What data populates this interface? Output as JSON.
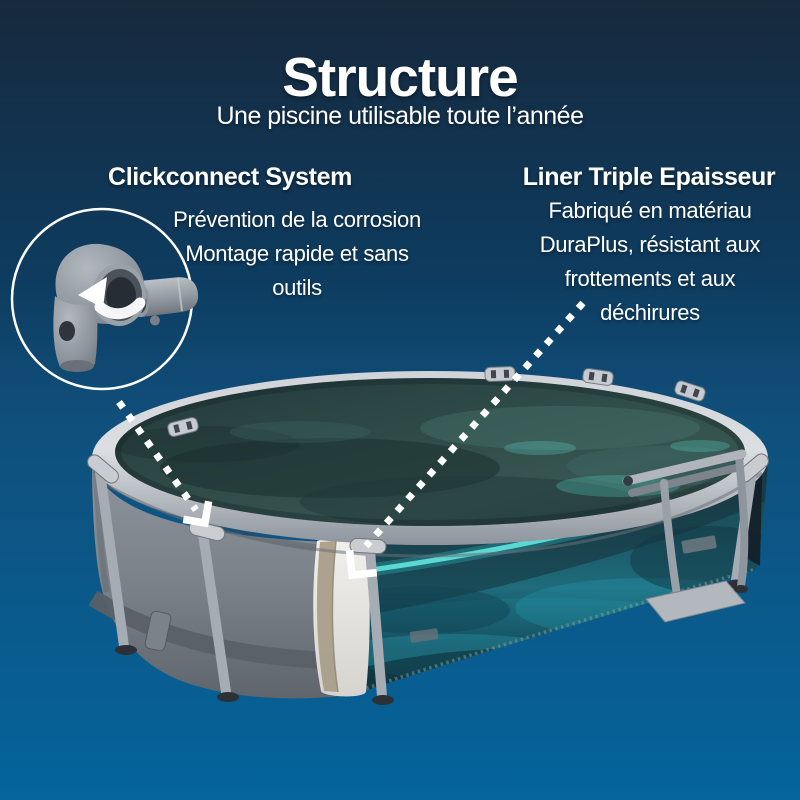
{
  "header": {
    "title": "Structure",
    "subtitle": "Une piscine utilisable toute l’année"
  },
  "features": {
    "left": {
      "heading": "Clickconnect System",
      "body": "Prévention de la corrosion\nMontage rapide et sans\noutils"
    },
    "right": {
      "heading": "Liner Triple Epaisseur",
      "body": "Fabriqué en matériau\nDuraPlus, résistant aux\nfrottements et aux\ndéchirures"
    }
  },
  "illustration": {
    "inset_icon": "clickconnect-tube-joint-icon",
    "pool_render": "oval-steel-frame-pool-3d-render",
    "annotations": [
      "dotted-arrow-to-frame-joint",
      "dotted-arrow-to-liner-wall"
    ],
    "colors": {
      "background_top": "#17293d",
      "background_mid": "#10507c",
      "background_bottom": "#04649c",
      "text": "#ffffff",
      "frame_grey": "#b9bec4",
      "wall_grey": "#787e86",
      "water_surface": "#2e4a47",
      "water_cyan": "#4fd6d2",
      "arrow": "#ffffff"
    }
  }
}
